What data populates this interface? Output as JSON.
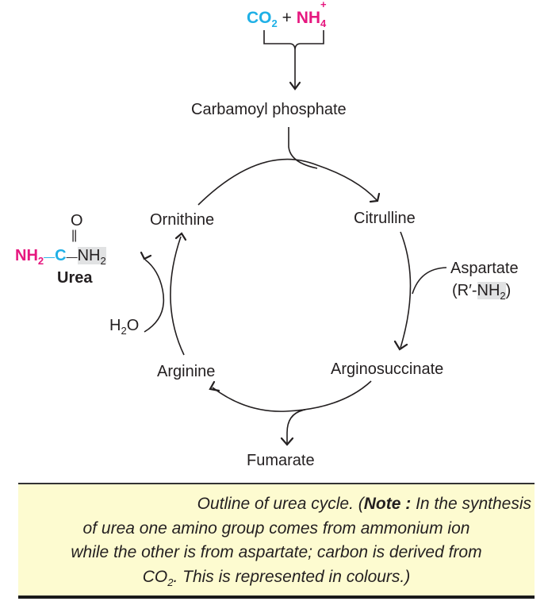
{
  "inputs": {
    "co2": "CO",
    "co2_sub": "2",
    "plus": "+",
    "nh4": "NH",
    "nh4_sub": "4",
    "nh4_sup": "+"
  },
  "nodes": {
    "carbamoyl_phosphate": "Carbamoyl phosphate",
    "ornithine": "Ornithine",
    "citrulline": "Citrulline",
    "aspartate": "Aspartate",
    "aspartate_formula_open": "(R′-",
    "aspartate_formula_nh": "NH",
    "aspartate_formula_sub": "2",
    "aspartate_formula_close": ")",
    "arginine": "Arginine",
    "argininosuccinate": "Arginosuccinate",
    "fumarate": "Fumarate",
    "water": "H",
    "water_sub": "2",
    "water_o": "O"
  },
  "urea": {
    "oxygen": "O",
    "double_bond": "||",
    "left_nh": "NH",
    "left_sub": "2",
    "bond1": "—",
    "carbon": "C",
    "bond2": "—",
    "right_nh": "NH",
    "right_sub": "2",
    "name": "Urea"
  },
  "caption": {
    "line1_a": "Outline of urea cycle. (",
    "note_label": "Note :",
    "line1_b": " In the synthesis",
    "line2": "of urea one amino group comes from ammonium ion",
    "line3": "while the other is from aspartate; carbon is derived from",
    "line4_a": "CO",
    "line4_sub": "2",
    "line4_b": ". This is represented in colours.)"
  },
  "colors": {
    "carbon": "#1fb0e6",
    "ammonium_nitrogen": "#e6177f",
    "aspartate_highlight": "#e1e2e3",
    "caption_bg": "#fdfbd0"
  }
}
